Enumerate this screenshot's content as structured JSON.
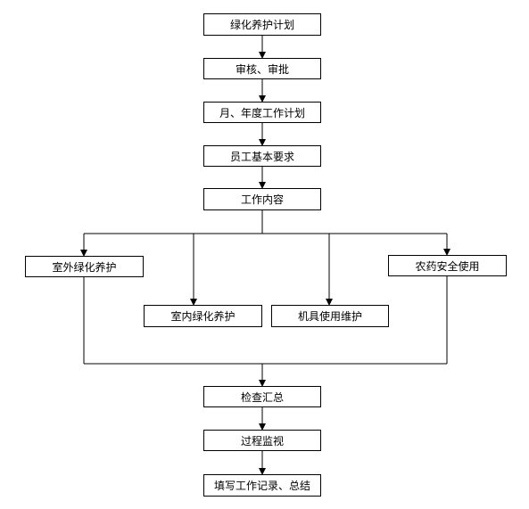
{
  "nodes": {
    "plan": "绿化养护计划",
    "review": "审核、审批",
    "annual_plan": "月、年度工作计划",
    "staff_req": "员工基本要求",
    "work_content": "工作内容",
    "outdoor": "室外绿化养护",
    "indoor": "室内绿化养护",
    "machine": "机具使用维护",
    "pesticide": "农药安全使用",
    "check": "检查汇总",
    "monitor": "过程监视",
    "record": "填写工作记录、总结"
  }
}
